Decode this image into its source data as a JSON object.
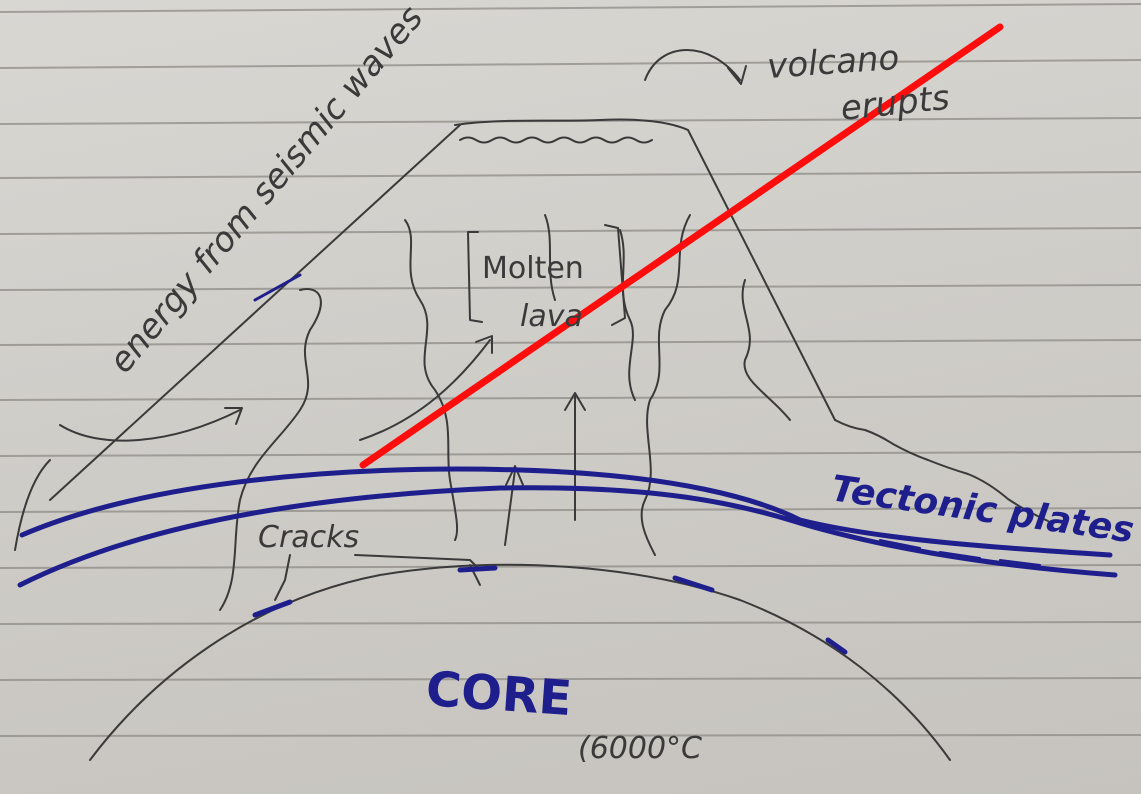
{
  "diagram": {
    "labels": {
      "seismic": "energy from seismic waves",
      "volcano": "volcano",
      "erupts": "erupts",
      "molten": "Molten",
      "lava": "lava",
      "cracks": "Cracks",
      "tectonic": "Tectonic plates",
      "core": "CORE",
      "temp": "(6000°C"
    },
    "colors": {
      "paper": "#d4d2cd",
      "rule_line": "#8f8c88",
      "pencil": "#3a3a3a",
      "pen_blue": "#1e1f8c",
      "red_line": "#ff0d0d"
    }
  }
}
